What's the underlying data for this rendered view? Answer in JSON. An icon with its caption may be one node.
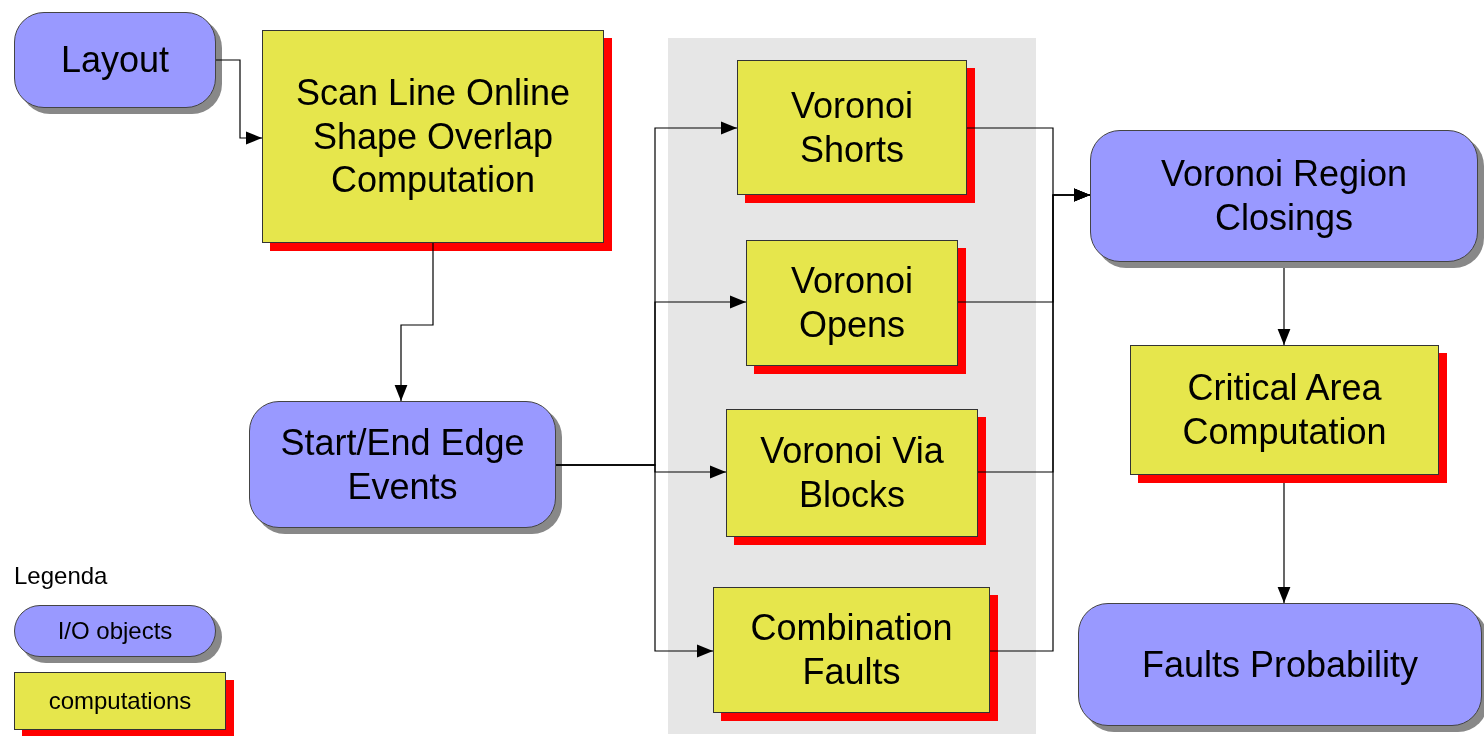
{
  "diagram": {
    "nodes": [
      {
        "text": [
          "Layout"
        ]
      },
      {
        "text": [
          "Scan Line Online Shape Overlap Computation"
        ]
      },
      {
        "text": [
          "Start/End Edge Events"
        ]
      },
      {
        "text": [],
        "shape": "box"
      },
      {
        "text": [
          "Voronoi Shorts"
        ],
        "in": 3
      },
      {
        "text": [
          "Voronoi Opens"
        ],
        "in": 3
      },
      {
        "text": [
          "Voronoi Via Blocks"
        ],
        "in": 3
      },
      {
        "text": [
          "Combination Faults"
        ],
        "in": 3
      },
      {
        "text": [
          "Voronoi Region Closings"
        ]
      },
      {
        "text": [
          "Critical Area Computation"
        ]
      },
      {
        "text": [
          "Faults Probability"
        ]
      }
    ],
    "edges": [
      {
        "from": 0,
        "to": 1,
        "arrow": "to"
      },
      {
        "from": 1,
        "to": 2,
        "arrow": "to"
      },
      {
        "from": 2,
        "to": 4,
        "arrow": "to"
      },
      {
        "from": 2,
        "to": 5,
        "arrow": "to"
      },
      {
        "from": 2,
        "to": 6,
        "arrow": "to"
      },
      {
        "from": 2,
        "to": 7,
        "arrow": "to"
      },
      {
        "from": 4,
        "to": 8,
        "arrow": "to"
      },
      {
        "from": 5,
        "to": 8,
        "arrow": "to"
      },
      {
        "from": 6,
        "to": 8,
        "arrow": "to"
      },
      {
        "from": 7,
        "to": 8,
        "arrow": "to"
      },
      {
        "from": 8,
        "to": 9,
        "arrow": "to"
      },
      {
        "from": 9,
        "to": 10,
        "arrow": "to"
      }
    ],
    "labels": [
      "Legenda"
    ],
    "legend": [
      {
        "text": "I/O objects",
        "color": "#9999ff"
      },
      {
        "text": "computations",
        "color": "#e6e64c"
      }
    ]
  }
}
